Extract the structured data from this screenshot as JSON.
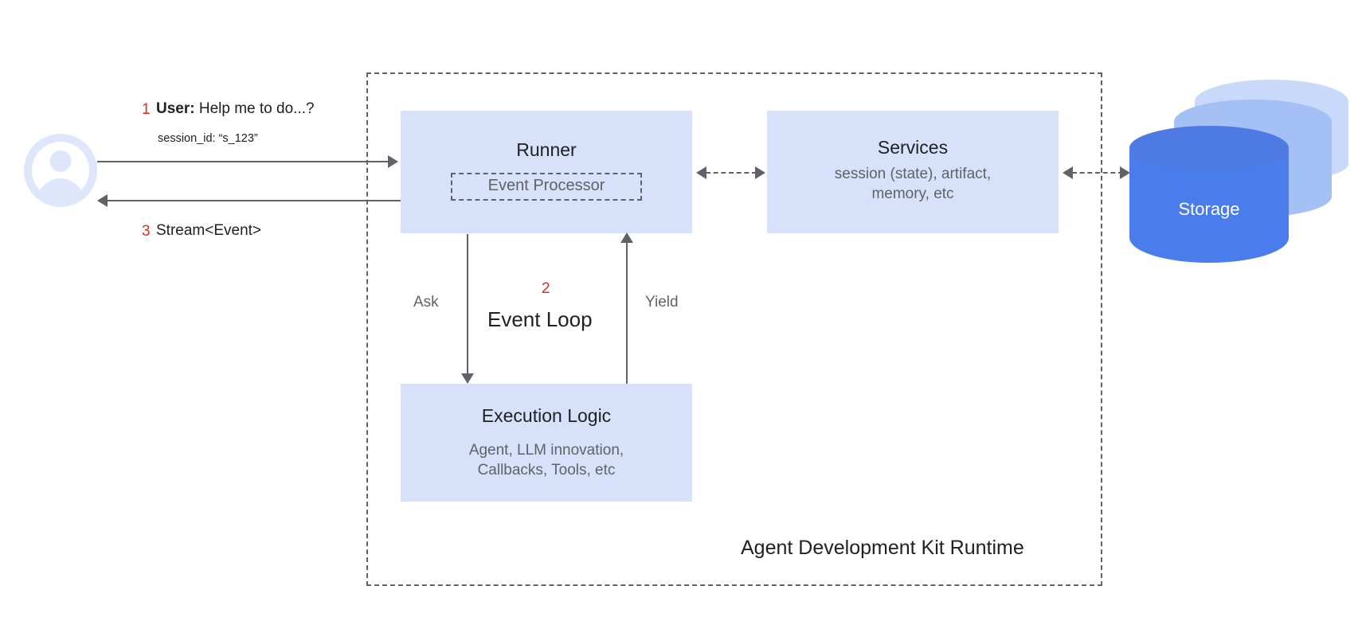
{
  "diagram": {
    "runtime_label": "Agent Development Kit Runtime",
    "user": {
      "avatar_icon": "user-avatar-icon",
      "request_number": "1",
      "request_label_bold": "User:",
      "request_text": "Help me to do...?",
      "request_full": "User: Help me to do...?",
      "session_line": "session_id: “s_123”",
      "response_number": "3",
      "response_text": "Stream<Event>"
    },
    "runner": {
      "title": "Runner",
      "event_processor": "Event Processor"
    },
    "services": {
      "title": "Services",
      "subtitle": "session (state), artifact,\nmemory, etc"
    },
    "execution_logic": {
      "title": "Execution Logic",
      "subtitle": "Agent, LLM innovation,\nCallbacks, Tools, etc"
    },
    "event_loop": {
      "number": "2",
      "title": "Event Loop",
      "ask_label": "Ask",
      "yield_label": "Yield"
    },
    "storage": {
      "label": "Storage",
      "icon": "database-cylinder-icon"
    }
  },
  "colors": {
    "box_fill": "#d7e2fa",
    "accent_red": "#d93025",
    "line_gray": "#5f6368",
    "text_dark": "#202124",
    "text_muted": "#5f6368",
    "storage_front": "#4a7ceb",
    "storage_mid": "#a5c0f4",
    "storage_back": "#c8d9f9",
    "avatar_fill": "#dde6fb"
  }
}
